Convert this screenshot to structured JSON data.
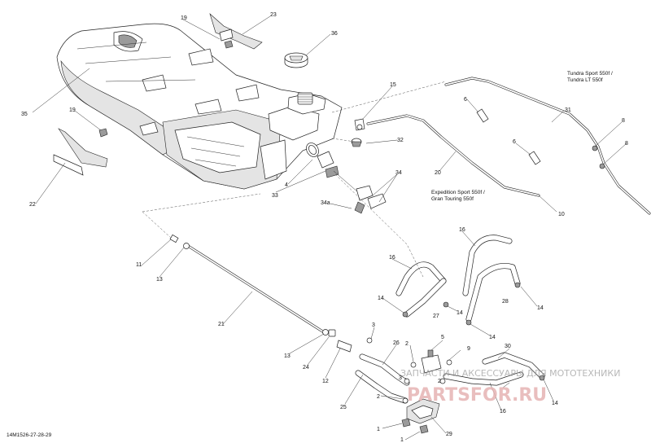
{
  "diagram": {
    "callouts": [
      "1",
      "1",
      "2",
      "2",
      "2",
      "3",
      "3",
      "4",
      "5",
      "6",
      "6",
      "8",
      "8",
      "9",
      "10",
      "11",
      "12",
      "13",
      "13",
      "14",
      "14",
      "14",
      "14",
      "14",
      "15",
      "16",
      "16",
      "16",
      "19",
      "19",
      "20",
      "21",
      "22",
      "23",
      "24",
      "25",
      "26",
      "27",
      "28",
      "29",
      "30",
      "31",
      "32",
      "33",
      "34",
      "34a",
      "35",
      "36"
    ],
    "notes": {
      "tundra_line1": "Tundra Sport 550f /",
      "tundra_line2": "Tundra LT 550f",
      "expedition_line1": "Expedition Sport 550f /",
      "expedition_line2": "Gran Touring 550f"
    },
    "drawing_code": "14M1526-27-28-29"
  },
  "watermark": {
    "top_text": "ЗАПЧАСТИ И АКСЕССУАРЫ ДЛЯ МОТОТЕХНИКИ",
    "brand_text": "PARTSFOR.RU"
  }
}
